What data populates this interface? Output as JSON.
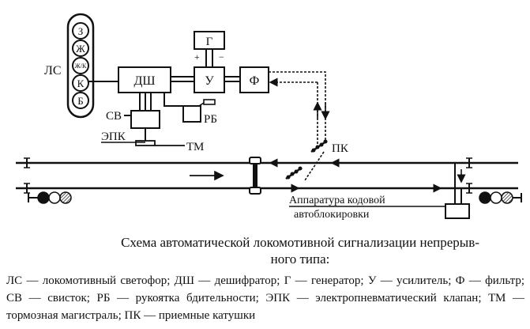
{
  "diagram": {
    "signal_lamps": [
      "З",
      "Ж",
      "Ж/К",
      "К",
      "Б"
    ],
    "labels": {
      "ls": "ЛС",
      "dsh": "ДШ",
      "g": "Г",
      "plus": "+",
      "minus": "−",
      "u": "У",
      "f": "Ф",
      "sv": "СВ",
      "rb": "РБ",
      "epk": "ЭПК",
      "tm": "ТМ",
      "pk": "ПК",
      "apparatus_line1": "Аппаратура кодовой",
      "apparatus_line2": "автоблокировки"
    }
  },
  "caption": {
    "line1": "Схема автоматической локомотивной сигнализации непрерыв-",
    "line2": "ного типа:"
  },
  "legend": "ЛС — локомотивный светофор; ДШ — дешифратор; Г — генератор; У — усилитель; Ф — фильтр; СВ — свисток; РБ — рукоятка бдительности; ЭПК — электропневматический клапан; ТМ — тормозная магистраль; ПК — приемные катушки",
  "colors": {
    "ink": "#111111",
    "paper": "#ffffff"
  }
}
